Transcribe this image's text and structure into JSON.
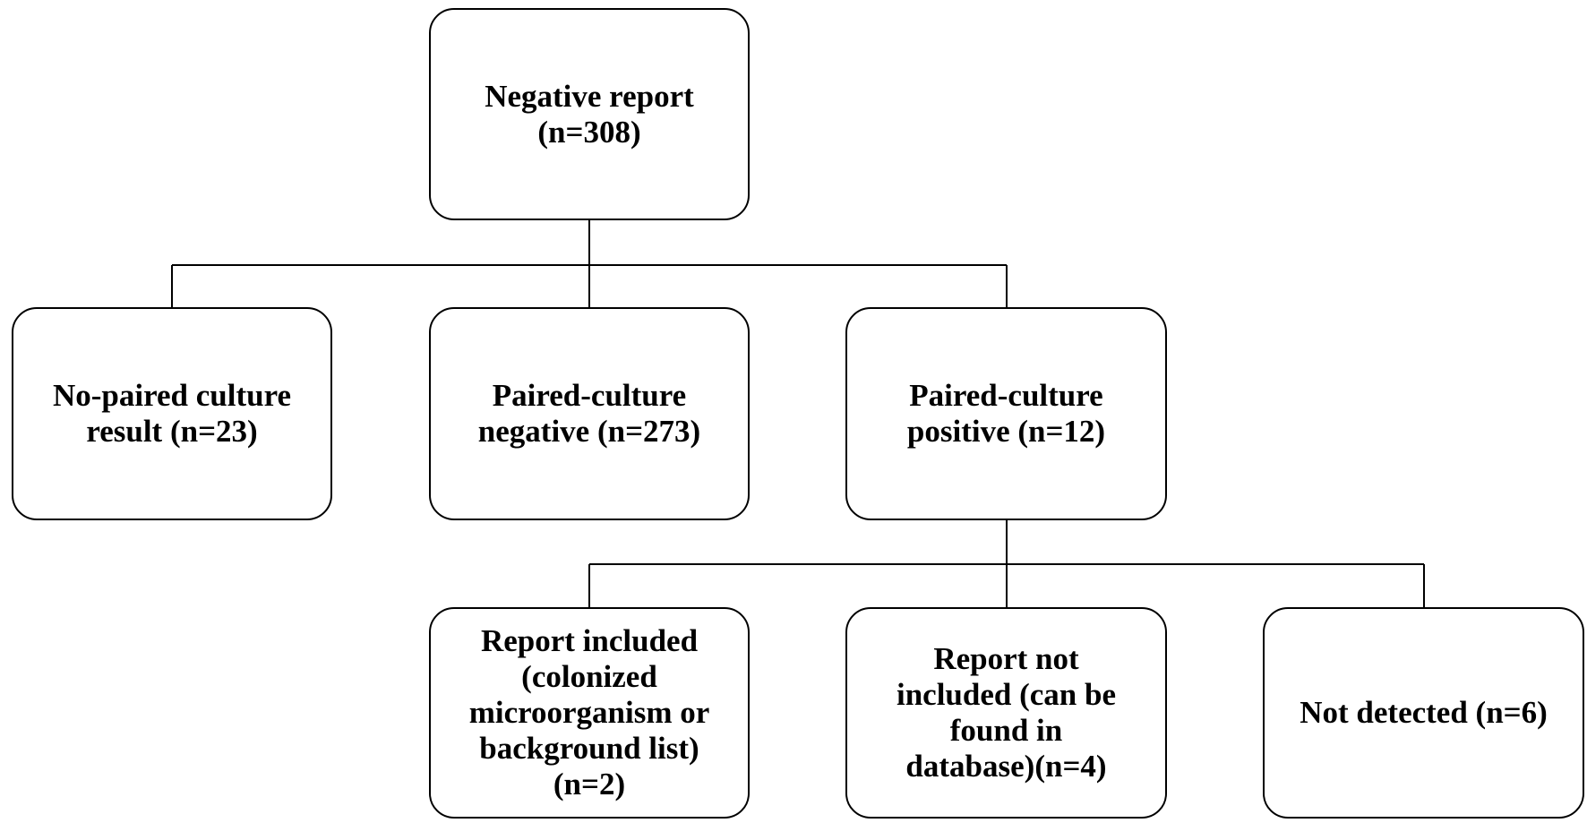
{
  "nodes": {
    "root": "Negative report\n(n=308)",
    "no_paired": "No-paired culture\nresult (n=23)",
    "paired_negative": "Paired-culture\nnegative (n=273)",
    "paired_positive": "Paired-culture\npositive (n=12)",
    "report_included": "Report included\n(colonized\nmicroorganism or\nbackground list)\n(n=2)",
    "report_not_included": "Report not\nincluded (can be\nfound in\ndatabase)(n=4)",
    "not_detected": "Not detected (n=6)"
  },
  "colors": {
    "line": "#000000",
    "box_border": "#000000",
    "background": "#ffffff",
    "text": "#000000"
  }
}
